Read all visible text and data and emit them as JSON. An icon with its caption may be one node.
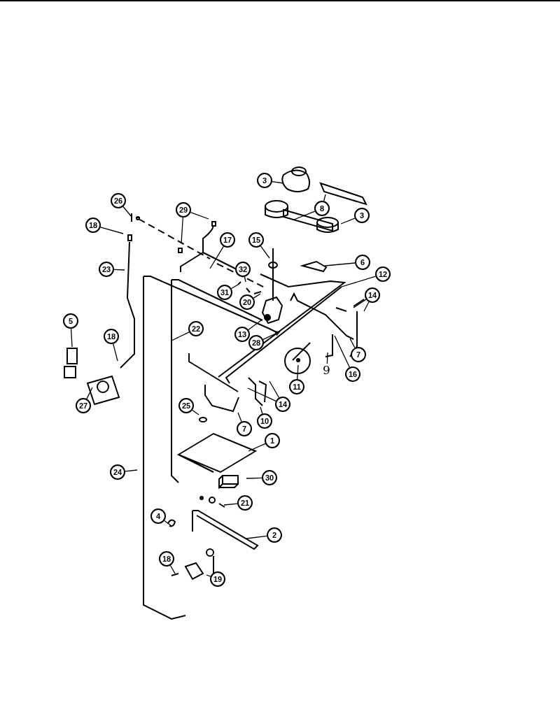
{
  "diagram": {
    "nodes": [
      {
        "text": [
          "3"
        ]
      },
      {
        "text": [
          "8"
        ]
      },
      {
        "text": [
          "3"
        ]
      },
      {
        "text": [
          "26"
        ]
      },
      {
        "text": [
          "29"
        ]
      },
      {
        "text": [
          "18"
        ]
      },
      {
        "text": [
          "17"
        ]
      },
      {
        "text": [
          "15"
        ]
      },
      {
        "text": [
          "6"
        ]
      },
      {
        "text": [
          "12"
        ]
      },
      {
        "text": [
          "23"
        ]
      },
      {
        "text": [
          "32"
        ]
      },
      {
        "text": [
          "31"
        ]
      },
      {
        "text": [
          "20"
        ]
      },
      {
        "text": [
          "14"
        ]
      },
      {
        "text": [
          "13"
        ]
      },
      {
        "text": [
          "28"
        ]
      },
      {
        "text": [
          "22"
        ]
      },
      {
        "text": [
          "5"
        ]
      },
      {
        "text": [
          "18"
        ]
      },
      {
        "text": [
          "7"
        ]
      },
      {
        "text": [
          "9"
        ]
      },
      {
        "text": [
          "16"
        ]
      },
      {
        "text": [
          "11"
        ]
      },
      {
        "text": [
          "27"
        ]
      },
      {
        "text": [
          "14"
        ]
      },
      {
        "text": [
          "10"
        ]
      },
      {
        "text": [
          "25"
        ]
      },
      {
        "text": [
          "7"
        ]
      },
      {
        "text": [
          "1"
        ]
      },
      {
        "text": [
          "24"
        ]
      },
      {
        "text": [
          "30"
        ]
      },
      {
        "text": [
          "21"
        ]
      },
      {
        "text": [
          "4"
        ]
      },
      {
        "text": [
          "2"
        ]
      },
      {
        "text": [
          "18"
        ]
      },
      {
        "text": [
          "19"
        ]
      }
    ],
    "edges": [
      {
        "from": 0,
        "to": null,
        "arrow": "none"
      },
      {
        "from": 1,
        "to": null,
        "arrow": "none"
      },
      {
        "from": 1,
        "to": null,
        "arrow": "none"
      },
      {
        "from": 2,
        "to": null,
        "arrow": "none"
      },
      {
        "from": 3,
        "to": null,
        "arrow": "none"
      },
      {
        "from": 4,
        "to": null,
        "arrow": "none"
      },
      {
        "from": 4,
        "to": null,
        "arrow": "none"
      },
      {
        "from": 5,
        "to": null,
        "arrow": "none"
      },
      {
        "from": 6,
        "to": null,
        "arrow": "none"
      },
      {
        "from": 7,
        "to": null,
        "arrow": "none"
      },
      {
        "from": 8,
        "to": null,
        "arrow": "none"
      },
      {
        "from": 9,
        "to": null,
        "arrow": "none"
      },
      {
        "from": 10,
        "to": null,
        "arrow": "none"
      },
      {
        "from": 11,
        "to": null,
        "arrow": "none"
      },
      {
        "from": 12,
        "to": null,
        "arrow": "none"
      },
      {
        "from": 13,
        "to": null,
        "arrow": "none"
      },
      {
        "from": 14,
        "to": null,
        "arrow": "none"
      },
      {
        "from": 14,
        "to": null,
        "arrow": "none"
      },
      {
        "from": 15,
        "to": null,
        "arrow": "none"
      },
      {
        "from": 16,
        "to": null,
        "arrow": "to"
      },
      {
        "from": 17,
        "to": null,
        "arrow": "none"
      },
      {
        "from": 18,
        "to": null,
        "arrow": "none"
      },
      {
        "from": 19,
        "to": null,
        "arrow": "none"
      },
      {
        "from": 20,
        "to": null,
        "arrow": "none"
      },
      {
        "from": 21,
        "to": null,
        "arrow": "none"
      },
      {
        "from": 22,
        "to": null,
        "arrow": "none"
      },
      {
        "from": 23,
        "to": null,
        "arrow": "none"
      },
      {
        "from": 24,
        "to": null,
        "arrow": "none"
      },
      {
        "from": 25,
        "to": null,
        "arrow": "none"
      },
      {
        "from": 25,
        "to": null,
        "arrow": "none"
      },
      {
        "from": 26,
        "to": null,
        "arrow": "none"
      },
      {
        "from": 27,
        "to": null,
        "arrow": "none"
      },
      {
        "from": 28,
        "to": null,
        "arrow": "none"
      },
      {
        "from": 29,
        "to": null,
        "arrow": "none"
      },
      {
        "from": 30,
        "to": null,
        "arrow": "none"
      },
      {
        "from": 31,
        "to": null,
        "arrow": "none"
      },
      {
        "from": 32,
        "to": null,
        "arrow": "none"
      },
      {
        "from": 33,
        "to": null,
        "arrow": "none"
      },
      {
        "from": 34,
        "to": null,
        "arrow": "none"
      },
      {
        "from": 35,
        "to": null,
        "arrow": "none"
      },
      {
        "from": 36,
        "to": null,
        "arrow": "none"
      }
    ]
  }
}
